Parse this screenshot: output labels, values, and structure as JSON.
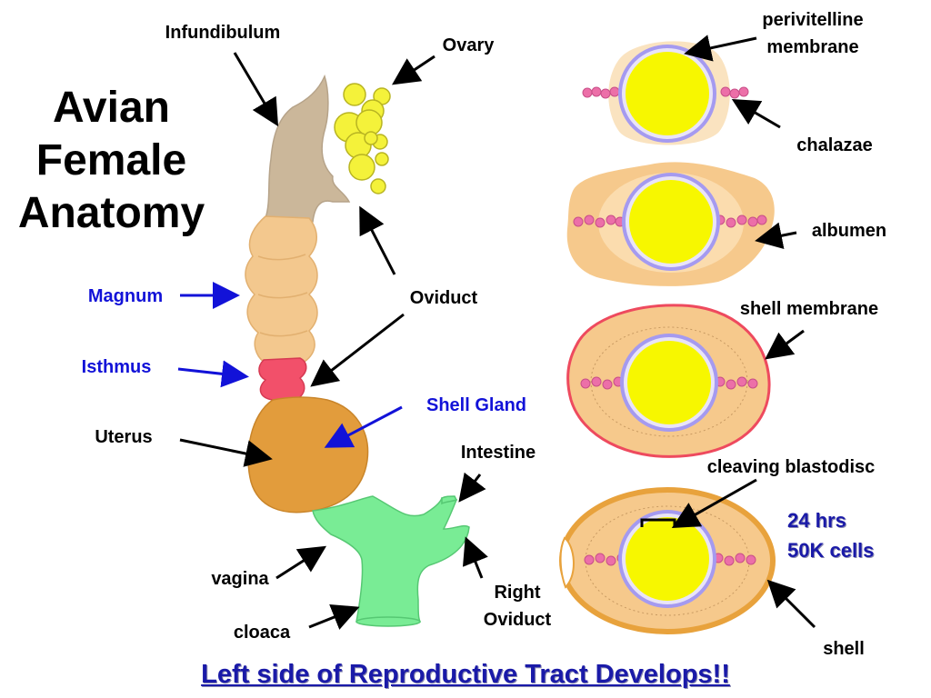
{
  "title": [
    "Avian",
    "Female",
    "Anatomy"
  ],
  "footer": "Left side of Reproductive Tract Develops!!",
  "note": [
    "24 hrs",
    "50K cells"
  ],
  "colors": {
    "infundibulum": "#cbb79a",
    "magnum": "#f3c88e",
    "isthmus": "#f2506a",
    "uterus": "#e29c3c",
    "vagina": "#79ec95",
    "ovary": "#f4f23a",
    "yolk": "#f7f700",
    "vitelline": "#a59af0",
    "chalazae": "#ec6fa8",
    "albumen": "#f6c98c",
    "shell_membrane": "#ee4a5e",
    "shell": "#e8a23c",
    "blue_label": "#1212d8"
  },
  "labels": {
    "infundibulum": "Infundibulum",
    "ovary": "Ovary",
    "magnum": "Magnum",
    "isthmus": "Isthmus",
    "uterus": "Uterus",
    "oviduct": "Oviduct",
    "shell_gland": "Shell Gland",
    "intestine": "Intestine",
    "vagina": "vagina",
    "right_oviduct_1": "Right",
    "right_oviduct_2": "Oviduct",
    "cloaca": "cloaca",
    "perivitelline_1": "perivitelline",
    "perivitelline_2": "membrane",
    "chalazae": "chalazae",
    "albumen": "albumen",
    "shell_membrane": "shell membrane",
    "cleaving_blastodisc": "cleaving blastodisc",
    "shell": "shell"
  }
}
